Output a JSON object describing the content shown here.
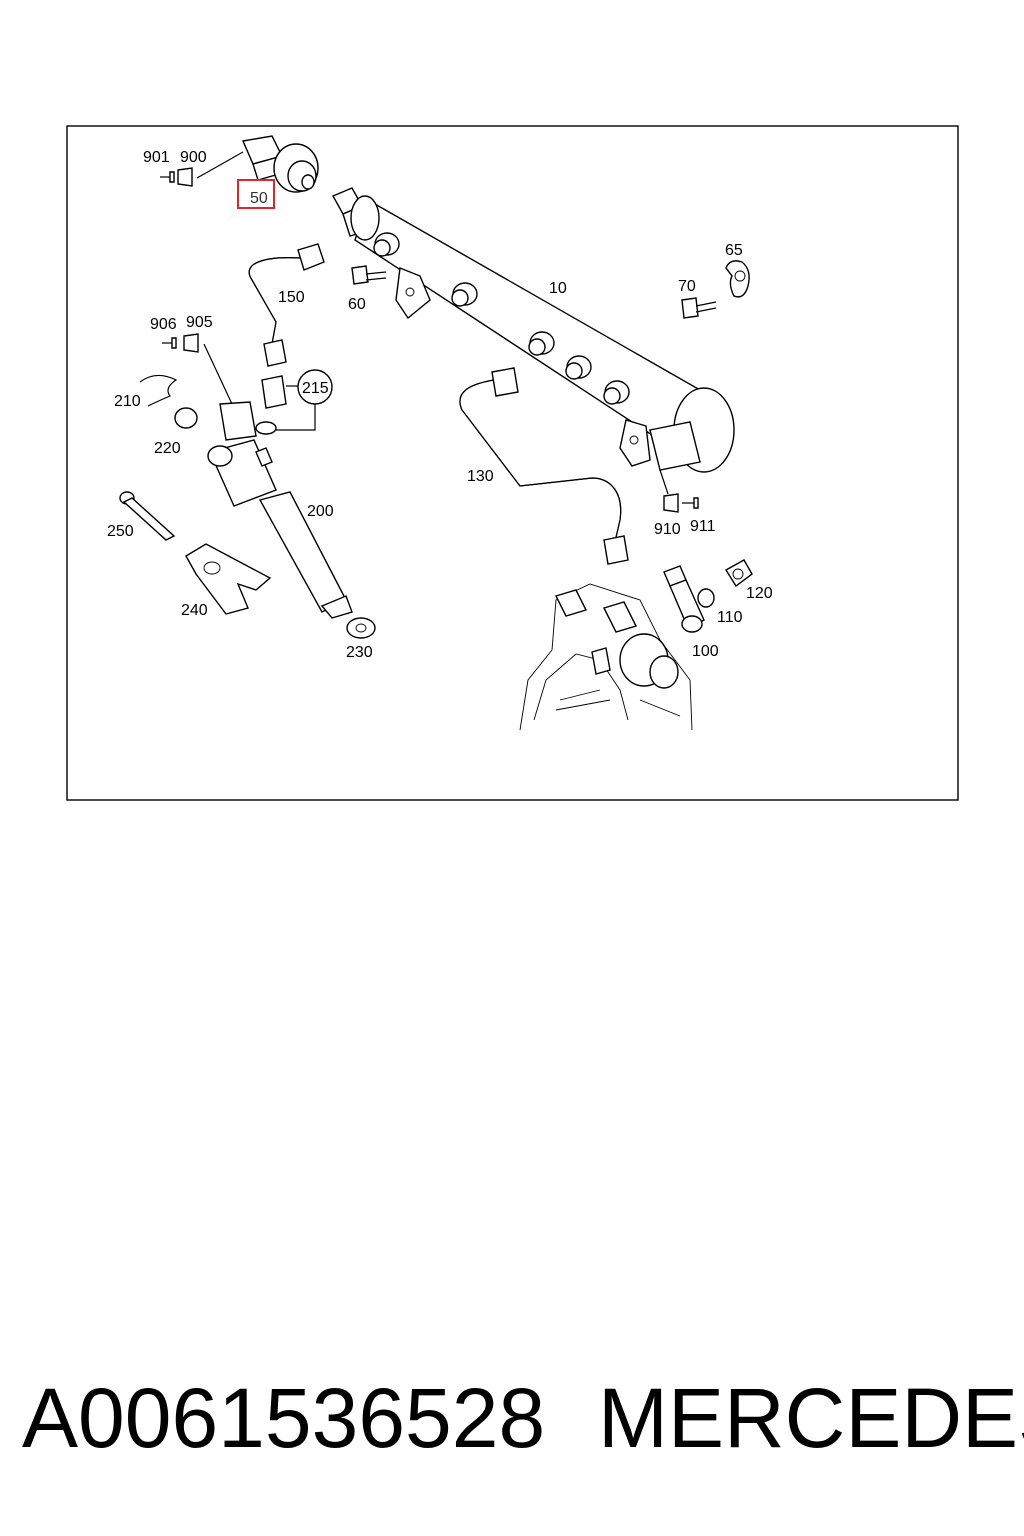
{
  "diagram": {
    "highlight_color": "#e0262a",
    "callouts": {
      "c901": "901",
      "c900": "900",
      "c50": "50",
      "c150": "150",
      "c60": "60",
      "c10": "10",
      "c65": "65",
      "c70": "70",
      "c906": "906",
      "c905": "905",
      "c215": "215",
      "c210": "210",
      "c220": "220",
      "c130": "130",
      "c200": "200",
      "c910": "910",
      "c911": "911",
      "c250": "250",
      "c120": "120",
      "c110": "110",
      "c240": "240",
      "c100": "100",
      "c230": "230"
    }
  },
  "caption": {
    "part_number": "A0061536528",
    "brand": "MERCEDES"
  }
}
